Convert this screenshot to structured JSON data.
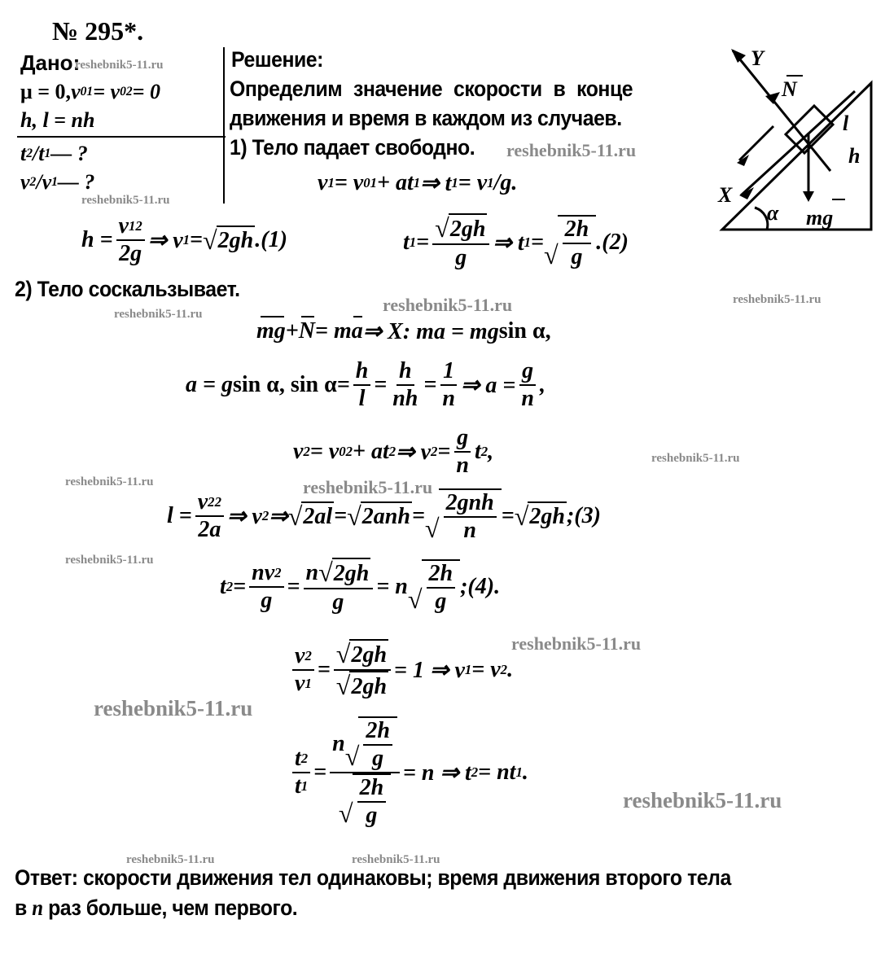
{
  "problem_number": "№ 295*.",
  "given": {
    "label": "Дано:",
    "rows": [
      [
        {
          "t": "μ = 0, "
        },
        "v",
        {
          "sub": "01"
        },
        " = v",
        {
          "sub": "02"
        },
        " = 0"
      ],
      [
        "h, l = nh"
      ]
    ],
    "find": [
      [
        "t",
        {
          "sub": "2"
        },
        "/t",
        {
          "sub": "1"
        },
        " — ?"
      ],
      [
        "v",
        {
          "sub": "2"
        },
        "/v",
        {
          "sub": "1"
        },
        " — ?"
      ]
    ]
  },
  "solution": {
    "label": "Решение:",
    "intro_line1": "Определим значение скорости в конце",
    "intro_line2": "движения и время в каждом из случаев.",
    "case1": "1) Тело падает свободно.",
    "case2": "2) Тело соскальзывает."
  },
  "formulas": {
    "f1": [
      "v",
      {
        "sub": "1"
      },
      " = v",
      {
        "sub": "01"
      },
      " + at",
      {
        "sub": "1"
      },
      " ⇒ t",
      {
        "sub": "1"
      },
      " = v",
      {
        "sub": "1"
      },
      "/g."
    ],
    "f2": [
      "h = ",
      {
        "f": [
          [
            "v",
            {
              "sub": "1"
            },
            {
              "sup": "2"
            }
          ],
          [
            "2g"
          ]
        ]
      },
      " ⇒ v",
      {
        "sub": "1"
      },
      " = ",
      {
        "s": [
          "2gh"
        ]
      },
      ".(1)"
    ],
    "f3": [
      "t",
      {
        "sub": "1"
      },
      " = ",
      {
        "f": [
          [
            {
              "s": [
                "2gh"
              ]
            }
          ],
          [
            "g"
          ]
        ]
      },
      " ⇒ t",
      {
        "sub": "1"
      },
      " = ",
      {
        "s": [
          {
            "f": [
              [
                "2h"
              ],
              [
                "g"
              ]
            ]
          }
        ]
      },
      ".(2)"
    ],
    "f4": [
      {
        "v": "mg"
      },
      " + ",
      {
        "v": "N"
      },
      " = m",
      {
        "v": "a"
      },
      " ⇒ X: ma = mg ",
      {
        "t": "sin α,"
      }
    ],
    "f5": [
      "a = g ",
      {
        "t": "sin α, sin α"
      },
      " = ",
      {
        "f": [
          [
            "h"
          ],
          [
            "l"
          ]
        ]
      },
      " = ",
      {
        "f": [
          [
            "h"
          ],
          [
            "nh"
          ]
        ]
      },
      " = ",
      {
        "f": [
          [
            "1"
          ],
          [
            "n"
          ]
        ]
      },
      " ⇒ a = ",
      {
        "f": [
          [
            "g"
          ],
          [
            "n"
          ]
        ]
      },
      ","
    ],
    "f6": [
      "v",
      {
        "sub": "2"
      },
      " = v",
      {
        "sub": "02"
      },
      " + at",
      {
        "sub": "2"
      },
      " ⇒ v",
      {
        "sub": "2"
      },
      " = ",
      {
        "f": [
          [
            "g"
          ],
          [
            "n"
          ]
        ]
      },
      "t",
      {
        "sub": "2"
      },
      ","
    ],
    "f7": [
      "l = ",
      {
        "f": [
          [
            "v",
            {
              "sub": "2"
            },
            {
              "sup": "2"
            }
          ],
          [
            "2a"
          ]
        ]
      },
      " ⇒ v",
      {
        "sub": "2"
      },
      " ⇒ ",
      {
        "s": [
          "2al"
        ]
      },
      " = ",
      {
        "s": [
          "2anh"
        ]
      },
      " = ",
      {
        "s": [
          {
            "f": [
              [
                "2gnh"
              ],
              [
                "n"
              ]
            ]
          }
        ]
      },
      " = ",
      {
        "s": [
          "2gh"
        ]
      },
      ";(3)"
    ],
    "f8": [
      "t",
      {
        "sub": "2"
      },
      " = ",
      {
        "f": [
          [
            "nv",
            {
              "sub": "2"
            }
          ],
          [
            "g"
          ]
        ]
      },
      " = ",
      {
        "f": [
          [
            "n",
            {
              "s": [
                "2gh"
              ]
            }
          ],
          [
            "g"
          ]
        ]
      },
      " = n",
      {
        "s": [
          {
            "f": [
              [
                "2h"
              ],
              [
                "g"
              ]
            ]
          }
        ]
      },
      ";(4)."
    ],
    "f9": [
      {
        "f": [
          [
            "v",
            {
              "sub": "2"
            }
          ],
          [
            "v",
            {
              "sub": "1"
            }
          ]
        ]
      },
      " = ",
      {
        "f": [
          [
            {
              "s": [
                "2gh"
              ]
            }
          ],
          [
            {
              "s": [
                "2gh"
              ]
            }
          ]
        ]
      },
      " = 1 ⇒ v",
      {
        "sub": "1"
      },
      " = v",
      {
        "sub": "2"
      },
      "."
    ],
    "f10": [
      {
        "f": [
          [
            "t",
            {
              "sub": "2"
            }
          ],
          [
            "t",
            {
              "sub": "1"
            }
          ]
        ]
      },
      " = ",
      {
        "f": [
          [
            "n",
            {
              "s": [
                {
                  "f": [
                    [
                      "2h"
                    ],
                    [
                      "g"
                    ]
                  ]
                }
              ]
            }
          ],
          [
            {
              "s": [
                {
                  "f": [
                    [
                      "2h"
                    ],
                    [
                      "g"
                    ]
                  ]
                }
              ]
            }
          ]
        ]
      },
      " = n ⇒ t",
      {
        "sub": "2"
      },
      " = nt",
      {
        "sub": "1"
      },
      "."
    ]
  },
  "answer": {
    "line1": "Ответ: скорости движения тел одинаковы; время движения второго тела",
    "line2_pre": "в ",
    "line2_var": "n",
    "line2_post": " раз больше, чем первого."
  },
  "diagram": {
    "axis_y": "Y",
    "axis_x": "X",
    "normal": "N",
    "gravity": "mg",
    "angle": "α",
    "length": "l",
    "height": "h"
  },
  "watermark": "reshebnik5-11.ru"
}
